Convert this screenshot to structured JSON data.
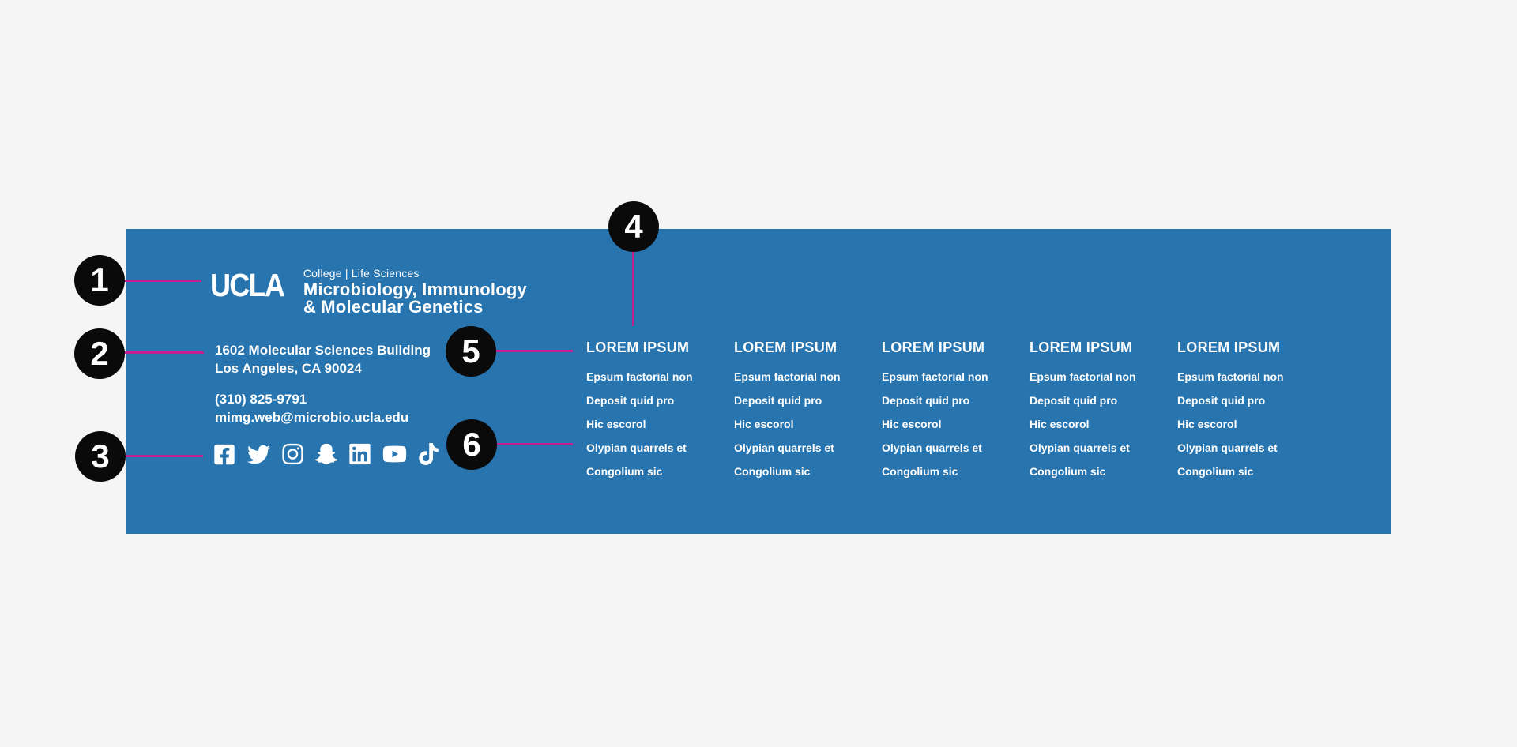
{
  "colors": {
    "page_bg": "#F5F5F6",
    "footer_blue": "#2774AE",
    "text_white": "#FFFFFF",
    "annotation_line": "#C2208E",
    "badge_bg": "#0A0A0A"
  },
  "footer": {
    "logo": {
      "wordmark": "UCLA",
      "college_line": "College  |  Life Sciences",
      "dept_line1": "Microbiology, Immunology",
      "dept_line2": "& Molecular Genetics"
    },
    "contact": {
      "address_line1": "1602 Molecular Sciences Building",
      "address_line2": "Los Angeles, CA 90024",
      "phone": "(310) 825-9791",
      "email": "mimg.web@microbio.ucla.edu"
    },
    "social": [
      {
        "name": "facebook"
      },
      {
        "name": "twitter"
      },
      {
        "name": "instagram"
      },
      {
        "name": "snapchat"
      },
      {
        "name": "linkedin"
      },
      {
        "name": "youtube"
      },
      {
        "name": "tiktok"
      }
    ],
    "columns": [
      {
        "heading": "LOREM IPSUM",
        "links": [
          "Epsum factorial non",
          "Deposit quid pro",
          "Hic escorol",
          "Olypian quarrels et",
          "Congolium sic"
        ]
      },
      {
        "heading": "LOREM IPSUM",
        "links": [
          "Epsum factorial non",
          "Deposit quid pro",
          "Hic escorol",
          "Olypian quarrels et",
          "Congolium sic"
        ]
      },
      {
        "heading": "LOREM IPSUM",
        "links": [
          "Epsum factorial non",
          "Deposit quid pro",
          "Hic escorol",
          "Olypian quarrels et",
          "Congolium sic"
        ]
      },
      {
        "heading": "LOREM IPSUM",
        "links": [
          "Epsum factorial non",
          "Deposit quid pro",
          "Hic escorol",
          "Olypian quarrels et",
          "Congolium sic"
        ]
      },
      {
        "heading": "LOREM IPSUM",
        "links": [
          "Epsum factorial non",
          "Deposit quid pro",
          "Hic escorol",
          "Olypian quarrels et",
          "Congolium sic"
        ]
      }
    ]
  },
  "annotations": {
    "badges": [
      {
        "label": "1"
      },
      {
        "label": "2"
      },
      {
        "label": "3"
      },
      {
        "label": "4"
      },
      {
        "label": "5"
      },
      {
        "label": "6"
      }
    ]
  }
}
